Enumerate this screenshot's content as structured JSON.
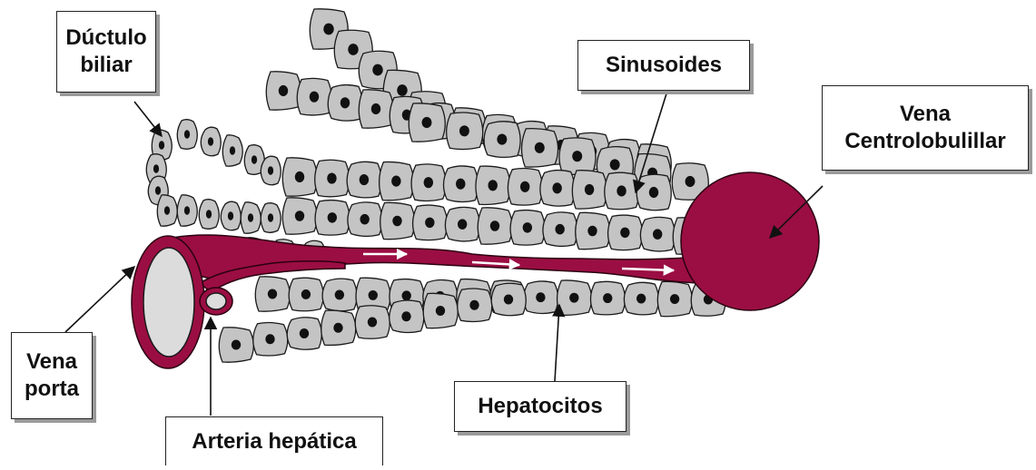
{
  "labels": {
    "ductulo": [
      "Dúctulo",
      "biliar"
    ],
    "sinusoides": "Sinusoides",
    "vena_centro": [
      "Vena",
      "Centrolobulillar"
    ],
    "vena_porta": [
      "Vena",
      "porta"
    ],
    "arteria": "Arteria hepática",
    "hepatocitos": "Hepatocitos"
  },
  "colors": {
    "vessel": "#9b0e43",
    "cell_fill": "#c4c4c4",
    "cell_stroke": "#1a1a1a",
    "nucleus": "#111111",
    "lumen": "#dcdcdc",
    "flow_arrow": "#ffffff"
  }
}
